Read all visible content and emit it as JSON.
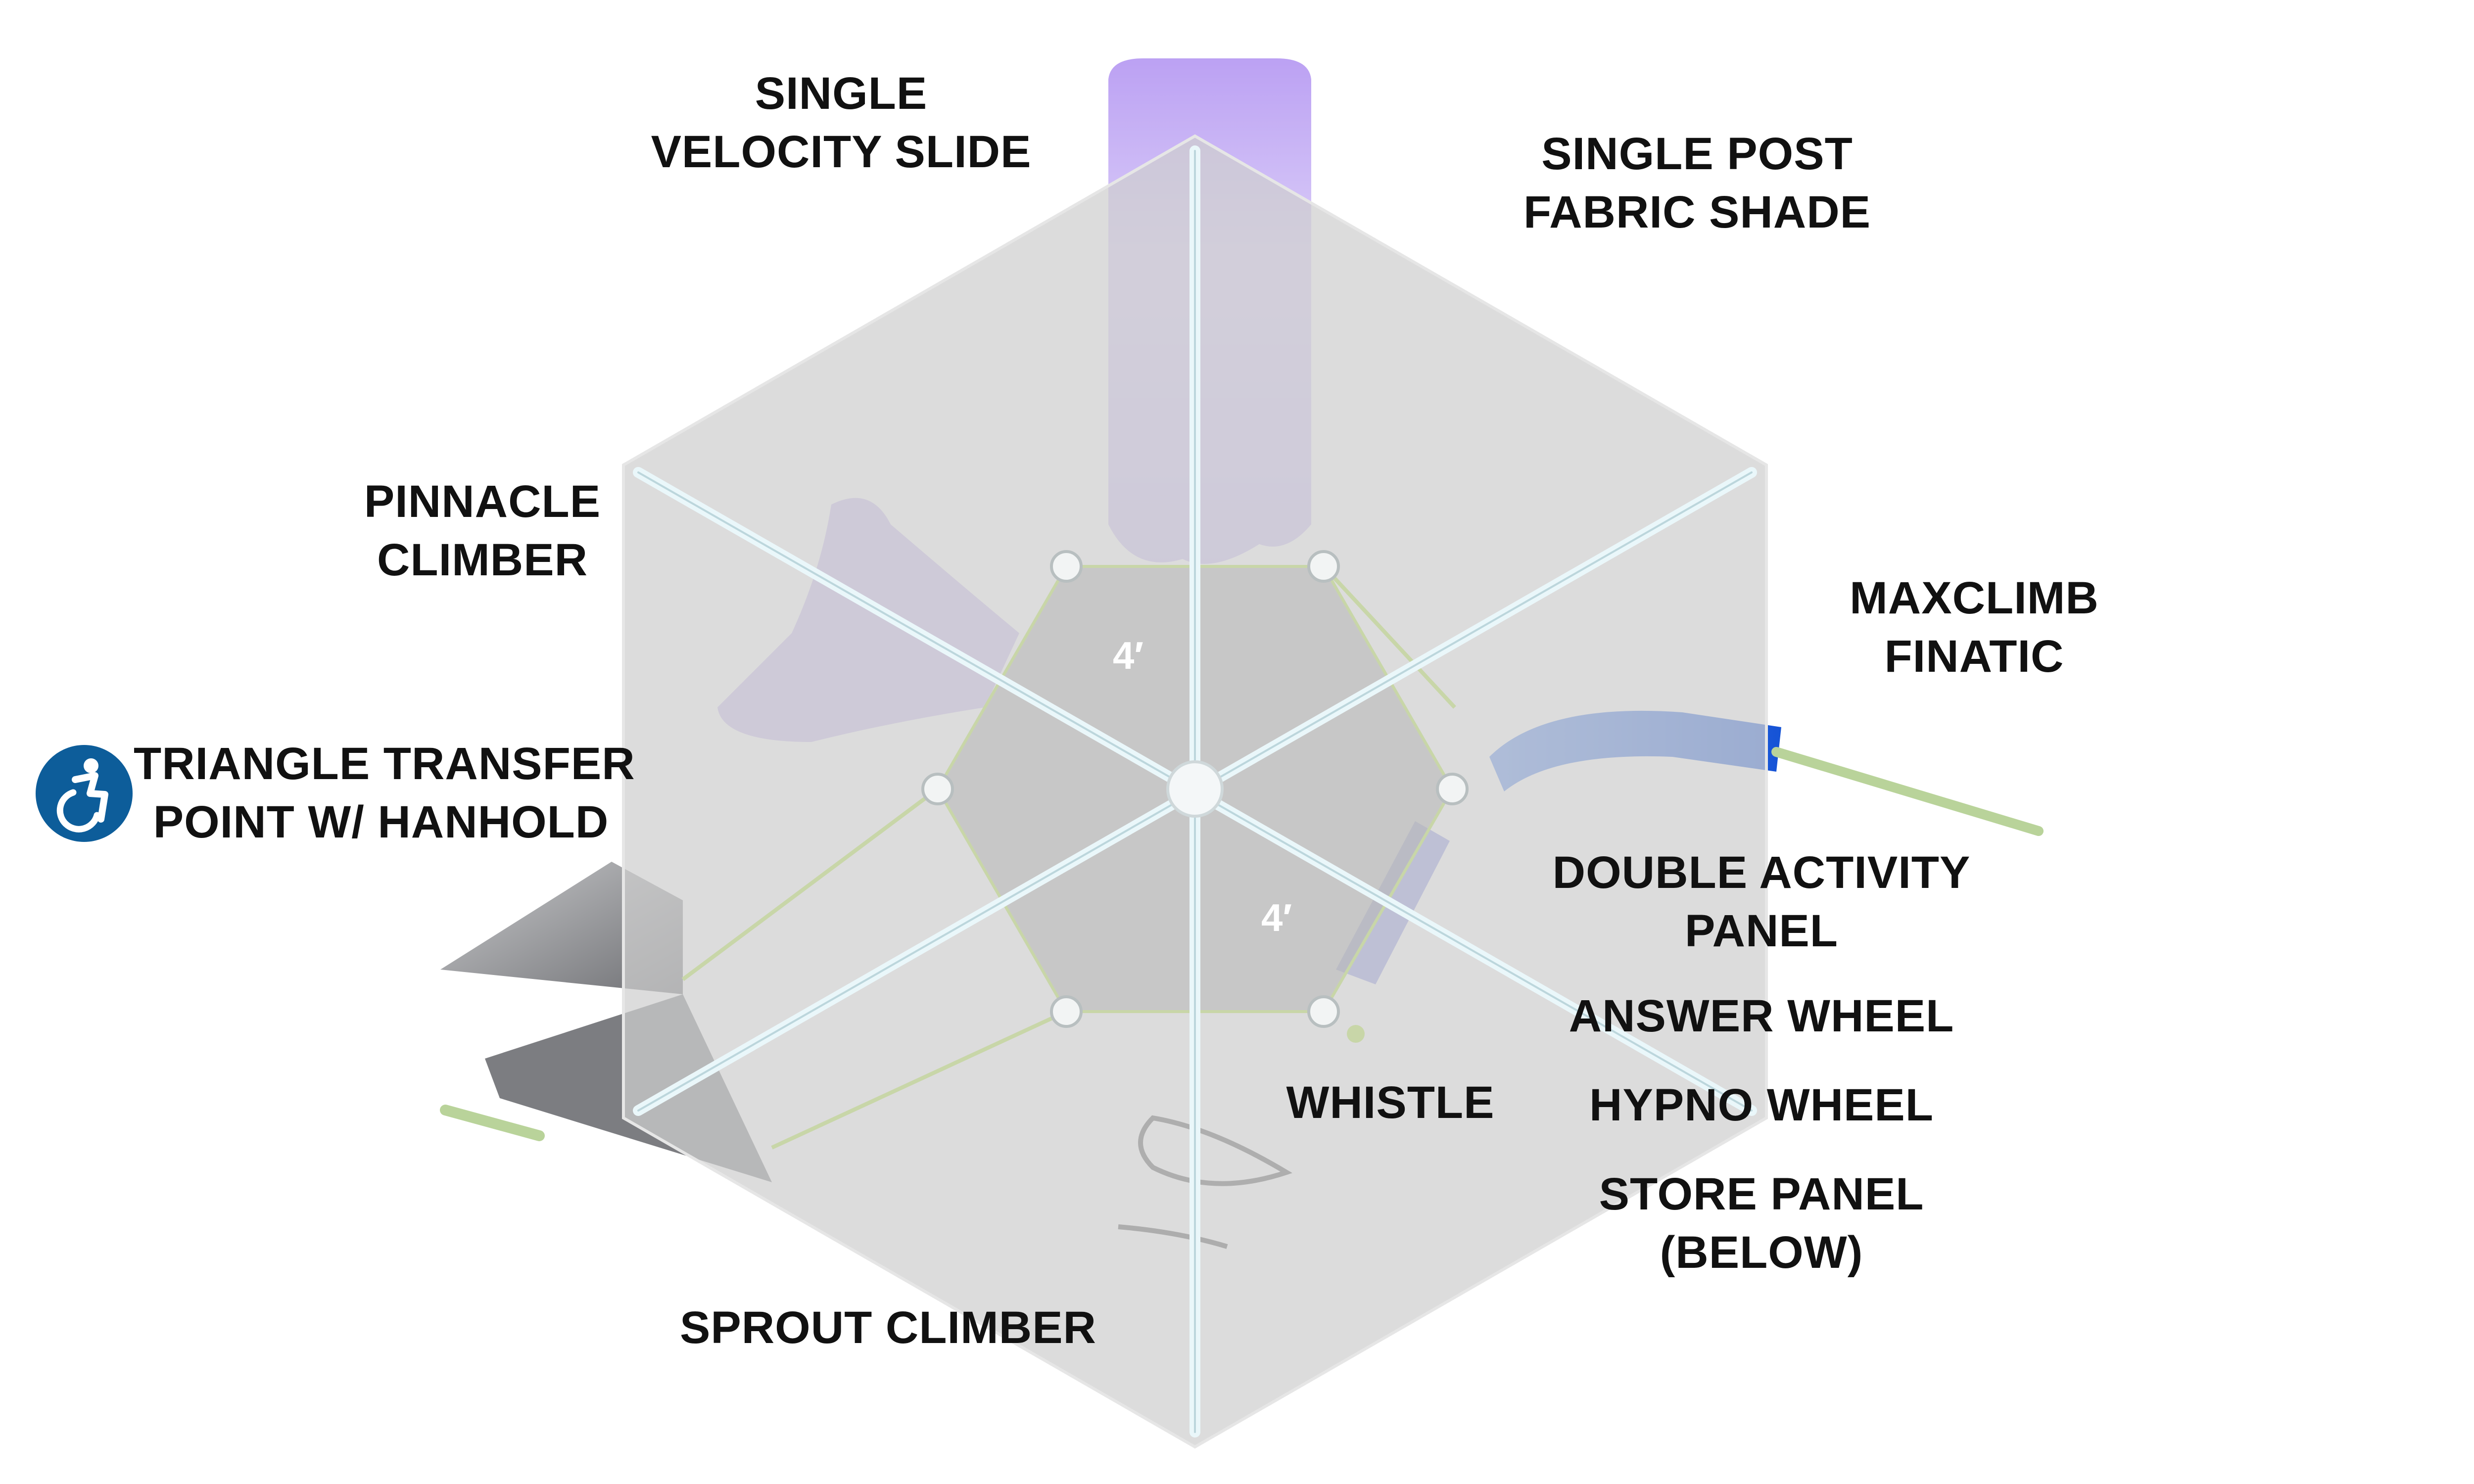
{
  "labels": {
    "slide": [
      "SINGLE",
      "VELOCITY SLIDE"
    ],
    "shade": [
      "SINGLE POST",
      "FABRIC SHADE"
    ],
    "pinnacle": [
      "PINNACLE",
      "CLIMBER"
    ],
    "maxclimb": [
      "MAXCLIMB",
      "FINATIC"
    ],
    "transfer": [
      "TRIANGLE TRANSFER",
      "POINT W/ HANHOLD"
    ],
    "double_panel": [
      "DOUBLE ACTIVITY",
      "PANEL"
    ],
    "answer_wheel": "ANSWER WHEEL",
    "whistle": "WHISTLE",
    "hypno_wheel": "HYPNO WHEEL",
    "store_panel": [
      "STORE PANEL",
      "(BELOW)"
    ],
    "sprout": "SPROUT CLIMBER"
  },
  "deck_heights": [
    "4′",
    "4′"
  ],
  "icons": {
    "accessibility": "wheelchair-accessibility-icon"
  },
  "colors": {
    "canopy": "#d9d9d9",
    "rib": "#eaf7fa",
    "slide": "#c9b8f5",
    "finatic_blue": "#1f63e0",
    "transfer_gray": "#8e9094",
    "access_blue": "#0d5d9a",
    "text": "#111111"
  }
}
